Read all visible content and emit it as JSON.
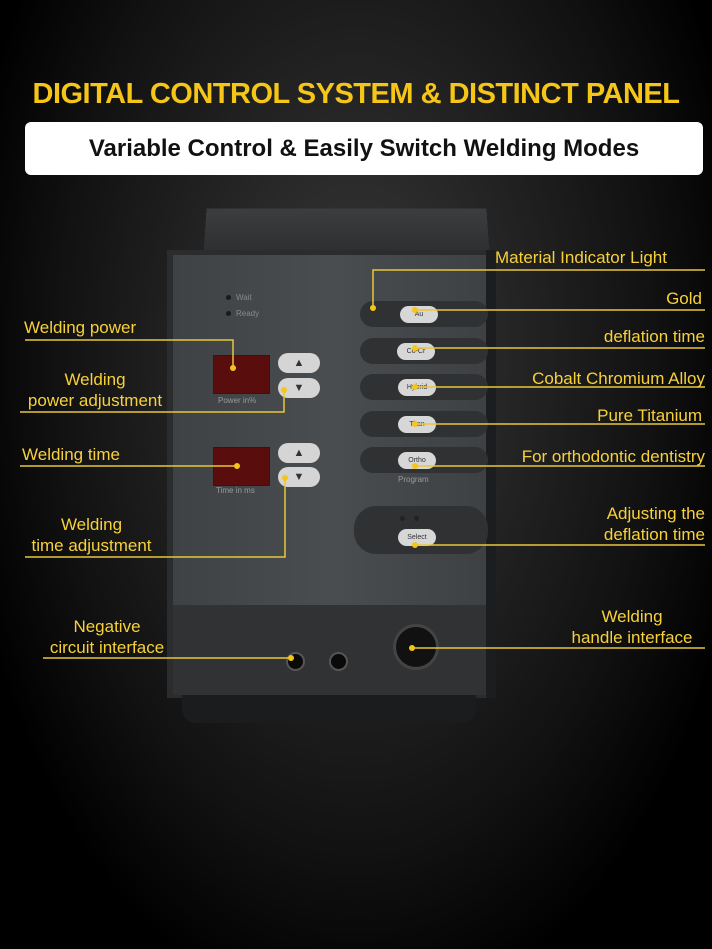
{
  "header": {
    "title": "DIGITAL CONTROL SYSTEM & DISTINCT PANEL",
    "subtitle": "Variable Control & Easily Switch Welding Modes"
  },
  "labels": {
    "material_indicator": "Material Indicator Light",
    "gold": "Gold",
    "deflation_time": "deflation time",
    "cobalt_chromium": "Cobalt Chromium Alloy",
    "pure_titanium": "Pure Titanium",
    "orthodontic": "For orthodontic dentistry",
    "adjusting_line1": "Adjusting the",
    "adjusting_line2": "deflation time",
    "handle_line1": "Welding",
    "handle_line2": "handle interface",
    "welding_power": "Welding power",
    "power_adj_line1": "Welding",
    "power_adj_line2": "power adjustment",
    "welding_time": "Welding time",
    "time_adj_line1": "Welding",
    "time_adj_line2": "time adjustment",
    "negative_line1": "Negative",
    "negative_line2": "circuit interface"
  },
  "device": {
    "wait": "Wait",
    "ready": "Ready",
    "power_caption": "Power in%",
    "time_caption": "Time in ms",
    "program_caption": "Program",
    "buttons": {
      "au": "Au",
      "cocr": "Co-Cr",
      "hybrid": "Hybrid",
      "titan": "Titan",
      "ortho": "Ortho",
      "select": "Select"
    },
    "up_icon": "triangle-up-icon",
    "down_icon": "triangle-down-icon"
  },
  "colors": {
    "accent": "#f5c518",
    "label_text": "#f7d13a",
    "line": "#e8c63a"
  }
}
